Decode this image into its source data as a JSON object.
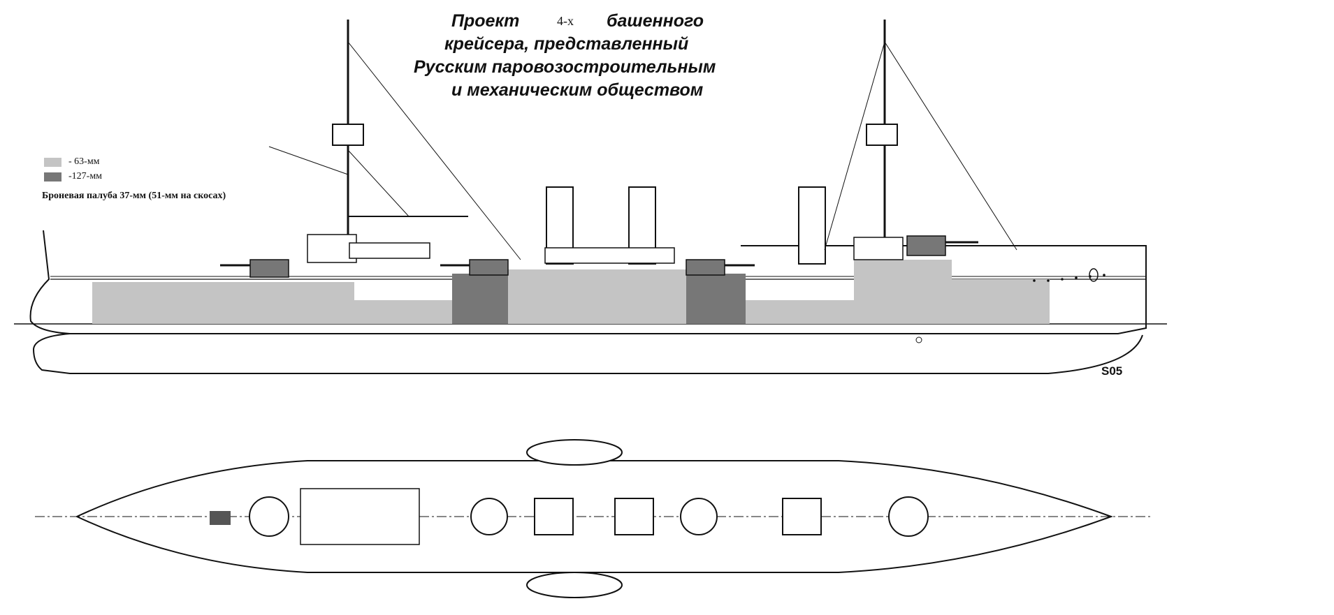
{
  "title": {
    "word_project": "Проект",
    "turret_count": "4-х",
    "word_turret": "башенного",
    "line2": "крейсера, представленный",
    "line3": "Русским паровозостроительным",
    "line4": "и механическим обществом"
  },
  "legend": {
    "items": [
      {
        "label": "- 63-мм",
        "color": "#c4c4c4"
      },
      {
        "label": "-127-мм",
        "color": "#777777"
      }
    ],
    "deck_note": "Броневая палуба 37-мм (51-мм на скосах)"
  },
  "signature": "S05",
  "colors": {
    "armor_63": "#c4c4c4",
    "armor_127": "#777777",
    "line": "#111111"
  }
}
